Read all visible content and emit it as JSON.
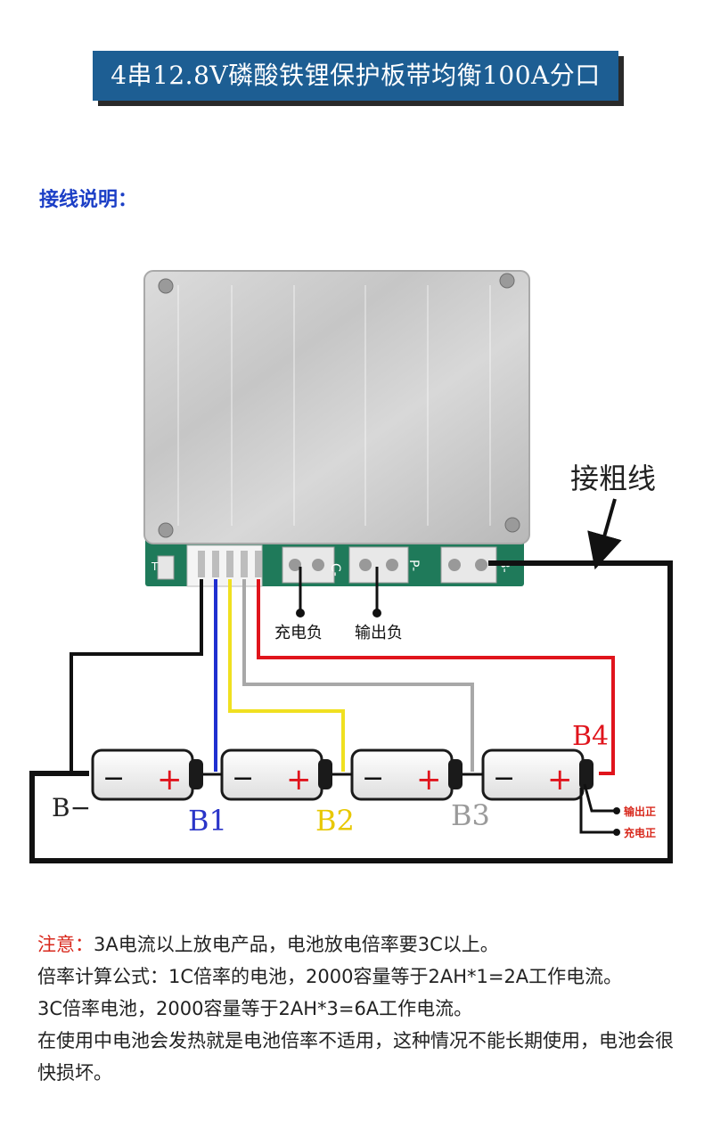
{
  "title": "4串12.8V磷酸铁锂保护板带均衡100A分口",
  "subtitle": "接线说明：",
  "diagram": {
    "callout_thick_wire": "接粗线",
    "charge_negative": "充电负",
    "output_negative": "输出负",
    "board_labels": {
      "port_c": "C-",
      "port_p": "P-",
      "port_b": "B-",
      "t": "T"
    },
    "cell_symbols": {
      "minus": "−",
      "plus": "+"
    },
    "node_labels": {
      "b_minus": "B−",
      "b1": "B1",
      "b2": "B2",
      "b3": "B3",
      "b4": "B4"
    },
    "output_positive": "输出正",
    "charge_positive": "充电正",
    "colors": {
      "b1_wire": "#1f2fd0",
      "b2_wire": "#f0e020",
      "b3_wire": "#a8a8a8",
      "b4_wire": "#e0141c",
      "b_minus_wire": "#111111",
      "b1_label": "#2a35c8",
      "b2_label": "#e8c800",
      "b3_label": "#9a9a9a",
      "b4_label": "#e0141c"
    }
  },
  "notes": {
    "label": "注意：",
    "line1": "3A电流以上放电产品，电池放电倍率要3C以上。",
    "line2": "倍率计算公式：1C倍率的电池，2000容量等于2AH*1=2A工作电流。",
    "line3": "3C倍率电池，2000容量等于2AH*3=6A工作电流。",
    "line4": "在使用中电池会发热就是电池倍率不适用，这种情况不能长期使用，电池会很快损坏。"
  }
}
